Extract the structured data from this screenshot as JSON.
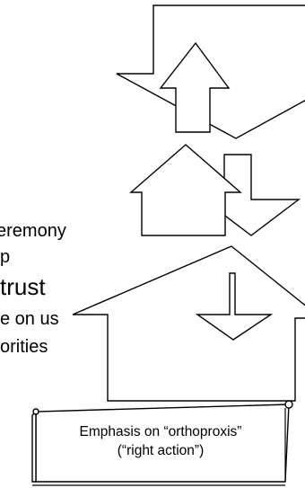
{
  "side_text": {
    "line1": "eremony",
    "line2": "p",
    "line3": "trust",
    "line4": "e on us",
    "line5": "orities"
  },
  "scroll": {
    "line1": "Emphasis on “orthoproxis”",
    "line2": "(“right action”)"
  }
}
